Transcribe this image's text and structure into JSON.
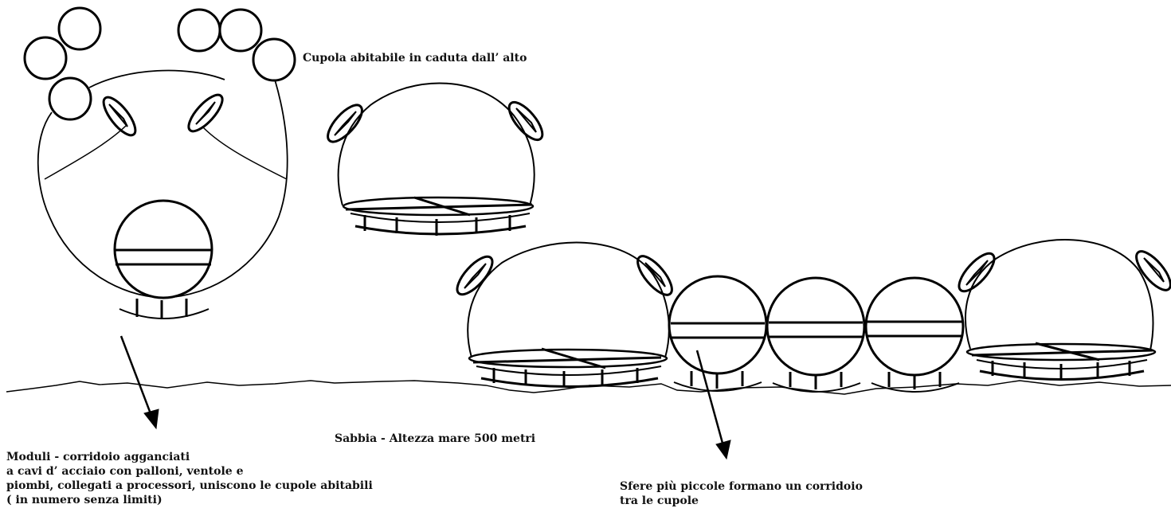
{
  "labels": {
    "falling_dome": "Cupola abitabile in caduta dall’ alto",
    "sand": "Sabbia - Altezza mare 500 metri",
    "modules": [
      "Moduli - corridoio agganciati",
      "a cavi d’ acciaio con palloni, ventole e",
      "piombi, collegati a processori, uniscono le cupole abitabili",
      "( in numero senza limiti)"
    ],
    "spheres": [
      "Sfere più piccole formano un corridoio",
      "tra le cupole"
    ]
  }
}
